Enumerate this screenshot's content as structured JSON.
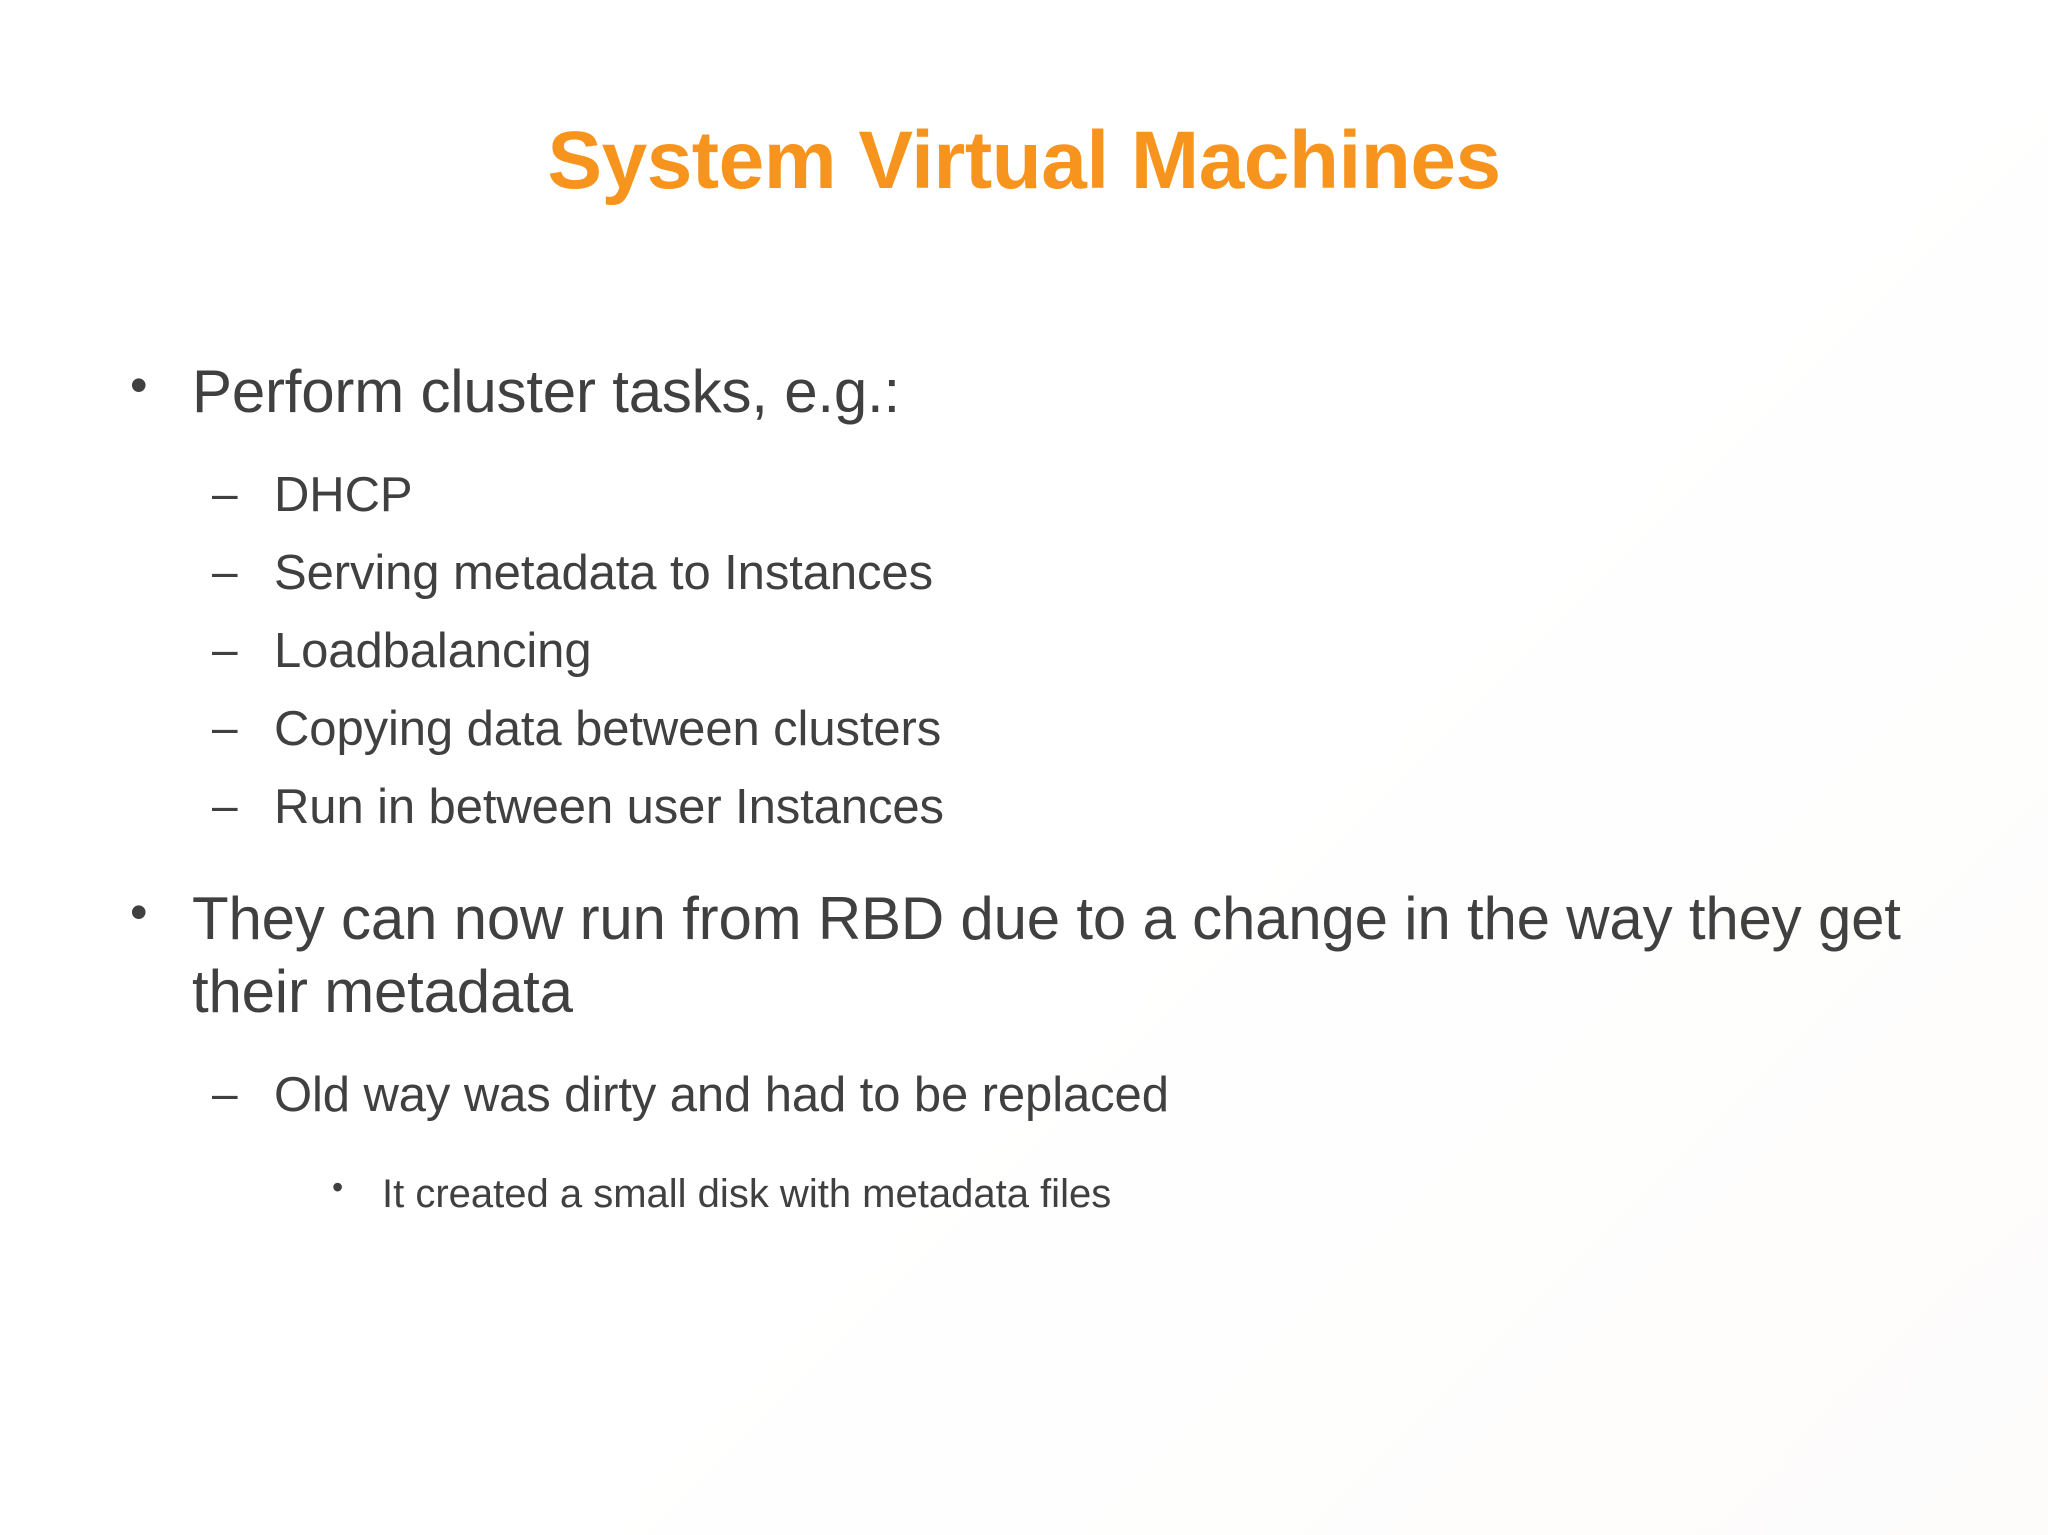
{
  "slide": {
    "title": "System Virtual Machines",
    "title_color": "#f7941e",
    "body_color": "#404040",
    "background_color": "#ffffff",
    "markers": {
      "level1": "•",
      "level2": "–",
      "level3": "•"
    },
    "content": [
      {
        "level": 1,
        "text": "Perform cluster tasks, e.g.:"
      },
      {
        "level": 2,
        "text": "DHCP"
      },
      {
        "level": 2,
        "text": "Serving metadata to Instances"
      },
      {
        "level": 2,
        "text": "Loadbalancing"
      },
      {
        "level": 2,
        "text": "Copying data between clusters"
      },
      {
        "level": 2,
        "text": "Run in between user Instances"
      },
      {
        "level": 1,
        "text": "They can now run from RBD due to a change in the way they get their metadata"
      },
      {
        "level": 2,
        "text": "Old way was dirty and had to be replaced"
      },
      {
        "level": 3,
        "text": "It created a small disk with metadata files"
      }
    ]
  }
}
